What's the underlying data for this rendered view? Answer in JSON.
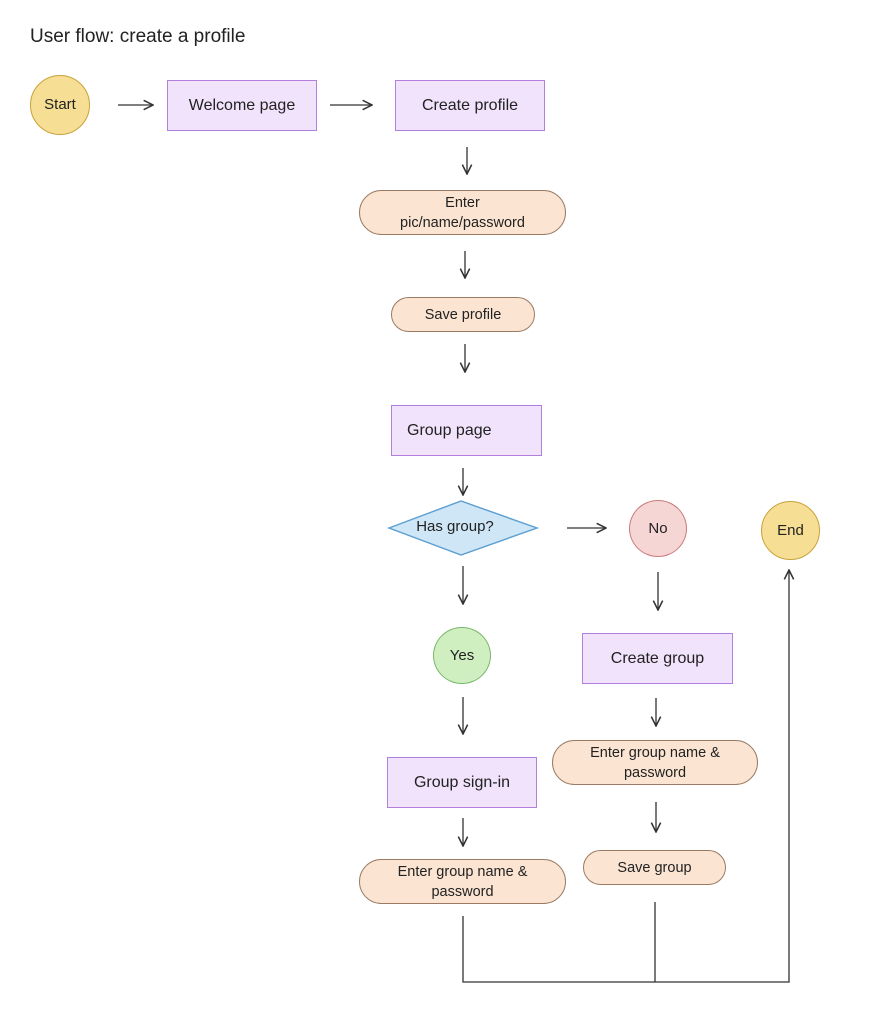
{
  "diagram": {
    "title": "User flow: create a profile",
    "nodes": {
      "start": "Start",
      "welcome": "Welcome page",
      "create_profile": "Create profile",
      "enter_profile_line1": "Enter",
      "enter_profile_line2": "pic/name/password",
      "save_profile": "Save profile",
      "group_page": "Group page",
      "has_group": "Has group?",
      "no": "No",
      "end": "End",
      "yes": "Yes",
      "create_group": "Create group",
      "enter_group_a_line1": "Enter group name &",
      "enter_group_a_line2": "password",
      "save_group": "Save group",
      "group_signin": "Group sign-in",
      "enter_group_b_line1": "Enter group name &",
      "enter_group_b_line2": "password"
    },
    "colors": {
      "process": "#f1e3fb",
      "action": "#fbe5d2",
      "terminal": "#f6df94",
      "no": "#f6d5d5",
      "yes": "#cfefc0",
      "decision": "#cfe6f7"
    }
  }
}
